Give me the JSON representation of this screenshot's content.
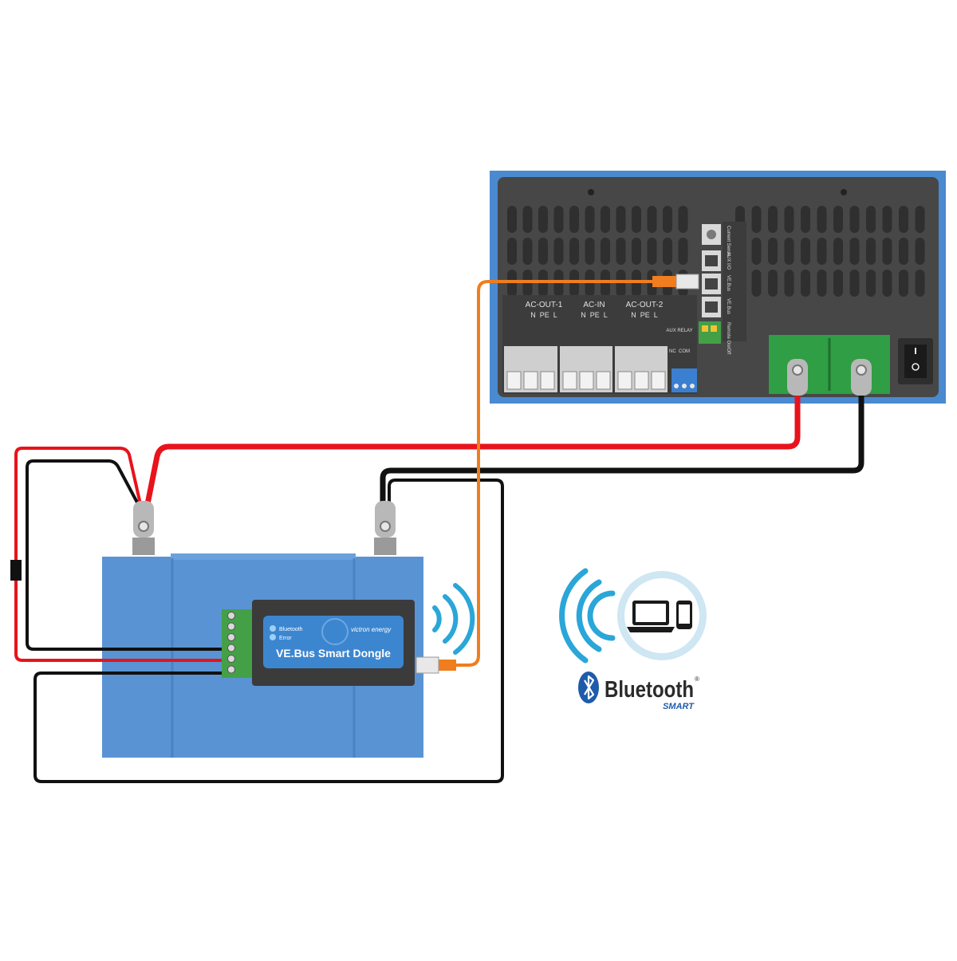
{
  "inverter": {
    "terminal_groups": [
      {
        "title": "AC-OUT-1",
        "pins": "N  PE  L"
      },
      {
        "title": "AC-IN",
        "pins": "N  PE  L"
      },
      {
        "title": "AC-OUT-2",
        "pins": "N  PE  L"
      }
    ],
    "port_labels": [
      "Current Sense",
      "AUX I/O",
      "VE.Bus",
      "VE.Bus",
      "Remote On/Off"
    ],
    "aux_relay_label": "AUX RELAY",
    "relay_pins_label": "NC  COM"
  },
  "dongle": {
    "brand": "victron energy",
    "product_name": "VE.Bus Smart Dongle",
    "led_labels": [
      "Bluetooth",
      "Error"
    ]
  },
  "bluetooth_logo": {
    "word": "Bluetooth",
    "trademark": "®",
    "sub": "SMART"
  },
  "colors": {
    "positive_cable": "#e8131b",
    "negative_cable": "#111111",
    "data_cable": "#f07d1e",
    "battery": "#5a93d4",
    "inverter_frame": "#4a8ad0",
    "inverter_body": "#4a4a4a",
    "signal_waves": "#2aa6d8",
    "terminal_block": "#43a047"
  },
  "icons": [
    "laptop-icon",
    "smartphone-icon",
    "bluetooth-rune-icon",
    "signal-waves-icon"
  ]
}
